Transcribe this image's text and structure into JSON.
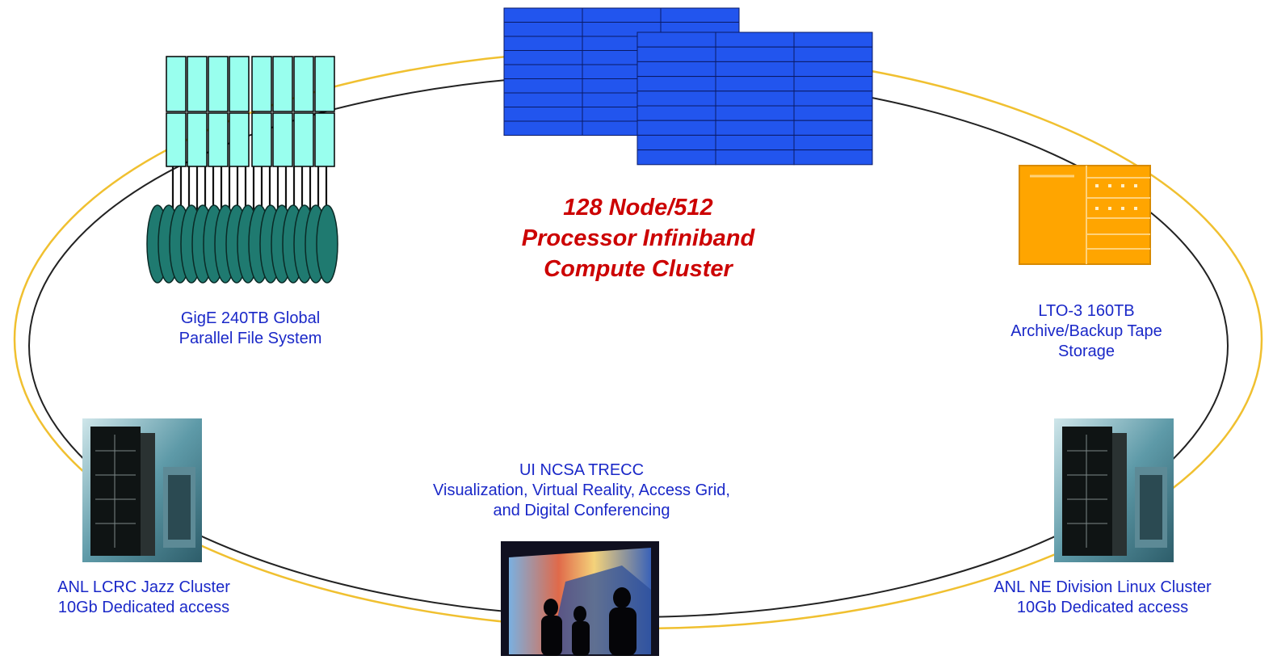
{
  "colors": {
    "ring_yellow": "#f0c030",
    "ring_black": "#222222",
    "compute_blue": "#2255ee",
    "storage_cyan": "#99ffee",
    "disk_teal": "#1f7a70",
    "tape_orange": "#ffa500",
    "label_blue": "#1a28c8",
    "title_red": "#cc0000"
  },
  "compute_cluster": {
    "title_lines": [
      "128 Node/512",
      "Processor Infiniband",
      "Compute Cluster"
    ],
    "icon": "server-rack-array-icon"
  },
  "file_system": {
    "label_lines": [
      "GigE 240TB Global",
      "Parallel File System"
    ],
    "icon": "disk-array-icon"
  },
  "tape_storage": {
    "label_lines": [
      "LTO-3 160TB",
      "Archive/Backup Tape",
      "Storage"
    ],
    "icon": "tape-library-icon"
  },
  "trecc": {
    "label_lines": [
      "UI NCSA TRECC",
      "Visualization, Virtual Reality, Access Grid,",
      "and Digital Conferencing"
    ],
    "icon": "visualization-wall-photo"
  },
  "jazz_cluster": {
    "label_lines": [
      "ANL LCRC Jazz Cluster",
      "10Gb Dedicated access"
    ],
    "icon": "datacenter-rack-photo"
  },
  "ne_cluster": {
    "label_lines": [
      "ANL NE Division Linux Cluster",
      "10Gb Dedicated access"
    ],
    "icon": "datacenter-rack-photo"
  }
}
